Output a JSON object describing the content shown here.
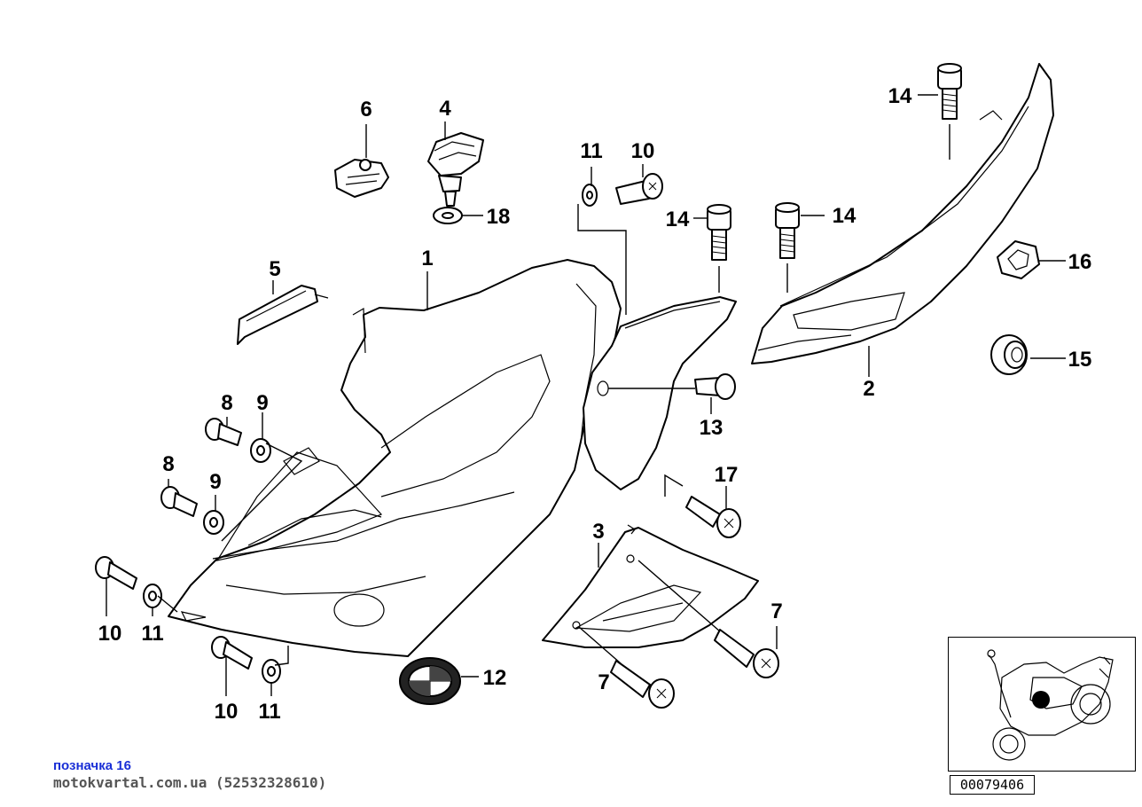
{
  "callouts": {
    "c1": "1",
    "c2": "2",
    "c3": "3",
    "c4": "4",
    "c5": "5",
    "c6": "6",
    "c7a": "7",
    "c7b": "7",
    "c8a": "8",
    "c8b": "8",
    "c9a": "9",
    "c9b": "9",
    "c10a": "10",
    "c10b": "10",
    "c10c": "10",
    "c11a": "11",
    "c11b": "11",
    "c11c": "11",
    "c12": "12",
    "c13": "13",
    "c14a": "14",
    "c14b": "14",
    "c14c": "14",
    "c15": "15",
    "c16": "16",
    "c17": "17",
    "c18": "18"
  },
  "footer": {
    "reference": "позначка 16",
    "site": "motokvartal.com.ua (52532328610)"
  },
  "document_number": "00079406"
}
